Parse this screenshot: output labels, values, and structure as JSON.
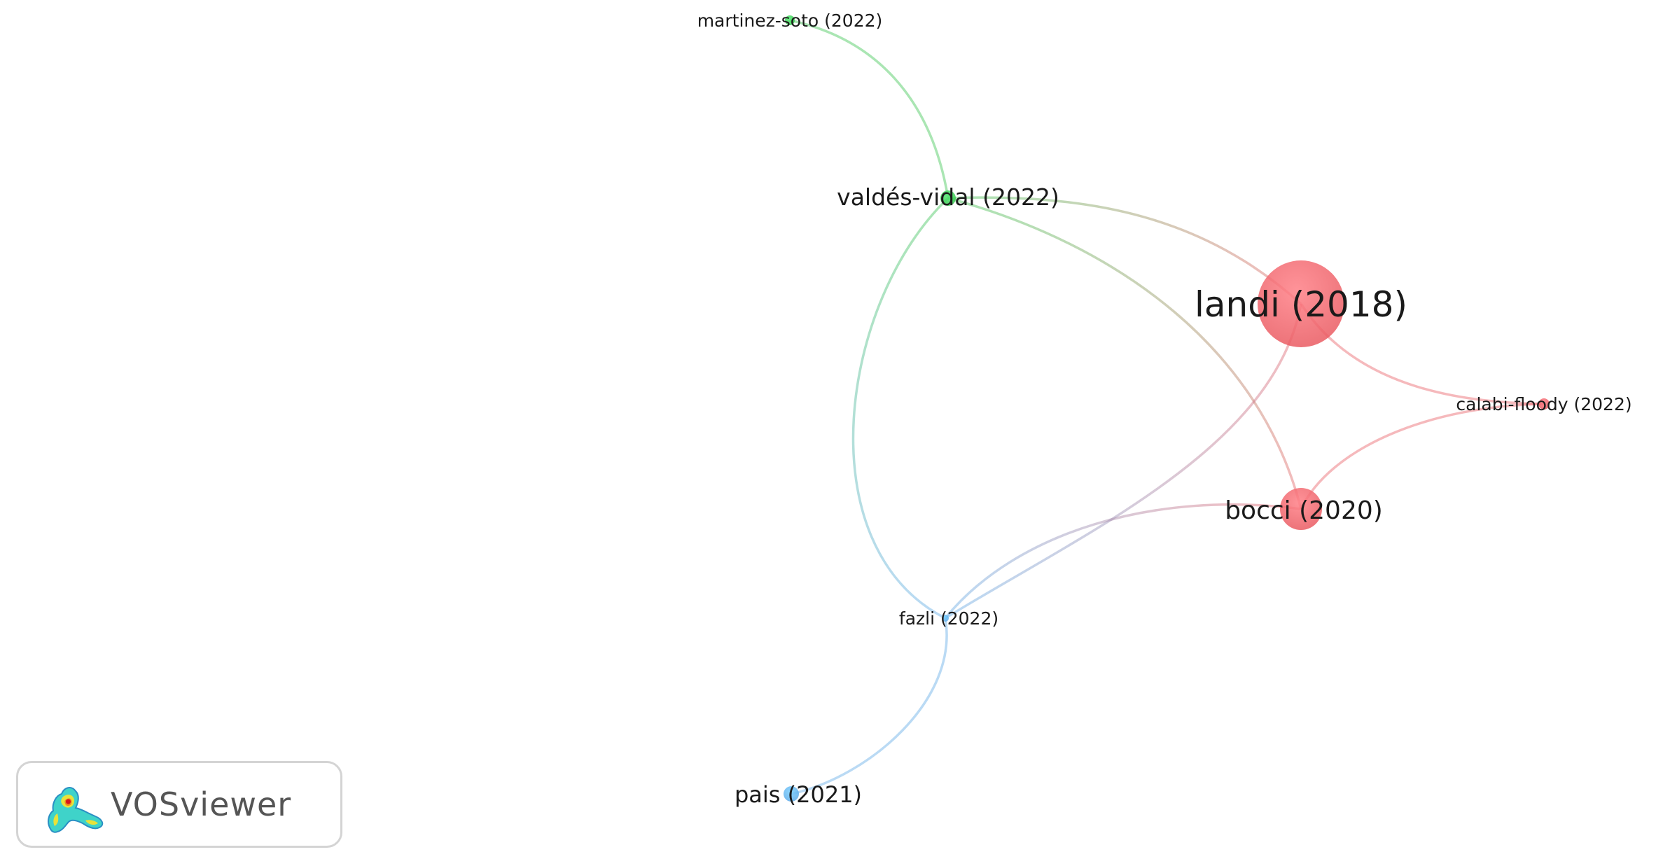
{
  "network": {
    "nodes": [
      {
        "id": "landi",
        "label": "landi (2018)",
        "cluster": 1,
        "weight": 5
      },
      {
        "id": "bocci",
        "label": "bocci (2020)",
        "cluster": 1,
        "weight": 3
      },
      {
        "id": "calabi",
        "label": "calabi-floody (2022)",
        "cluster": 1,
        "weight": 1
      },
      {
        "id": "valdes",
        "label": "valdés-vidal (2022)",
        "cluster": 2,
        "weight": 2
      },
      {
        "id": "martinez",
        "label": "martinez-soto (2022)",
        "cluster": 2,
        "weight": 1
      },
      {
        "id": "fazli",
        "label": "fazli (2022)",
        "cluster": 3,
        "weight": 1
      },
      {
        "id": "pais",
        "label": "pais (2021)",
        "cluster": 3,
        "weight": 2
      }
    ],
    "links": [
      {
        "source": "martinez",
        "target": "valdes"
      },
      {
        "source": "valdes",
        "target": "landi"
      },
      {
        "source": "valdes",
        "target": "bocci"
      },
      {
        "source": "valdes",
        "target": "fazli"
      },
      {
        "source": "landi",
        "target": "calabi"
      },
      {
        "source": "landi",
        "target": "fazli"
      },
      {
        "source": "bocci",
        "target": "calabi"
      },
      {
        "source": "bocci",
        "target": "fazli"
      },
      {
        "source": "fazli",
        "target": "pais"
      }
    ],
    "cluster_colors": {
      "1": "#e8585f",
      "2": "#34c24a",
      "3": "#5aa7e6"
    }
  },
  "logo": {
    "text": "VOSviewer"
  }
}
